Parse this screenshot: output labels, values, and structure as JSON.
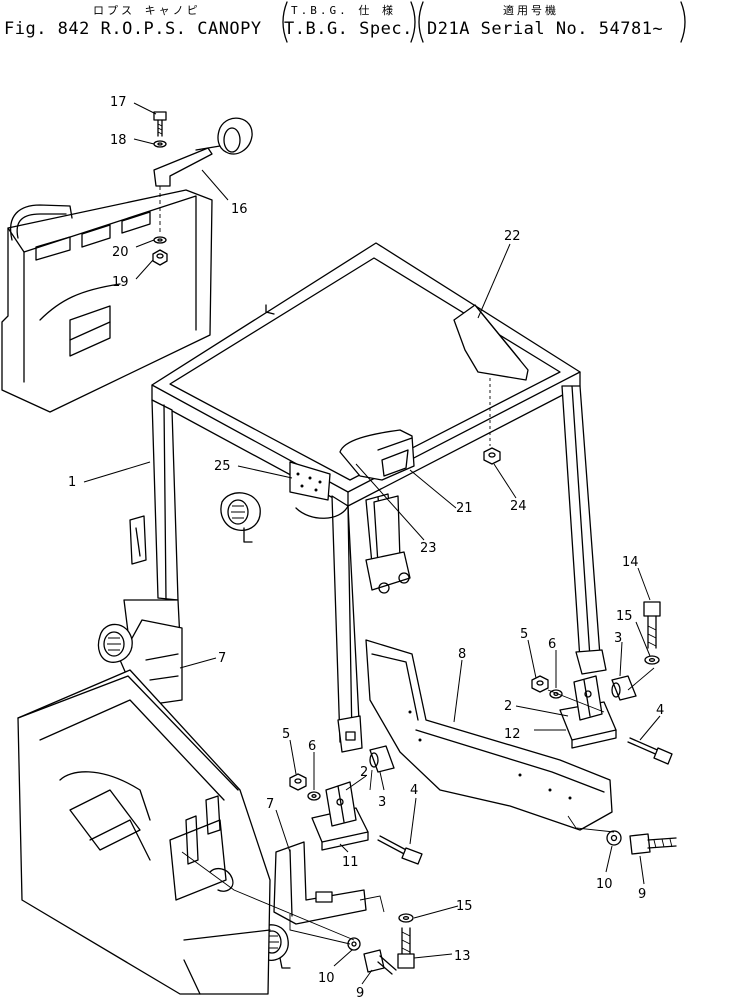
{
  "header": {
    "jp_title": "ロプス キャノピ",
    "jp_spec": "T.B.G. 仕 様",
    "jp_serial": "適用号機",
    "fig_title": "Fig. 842 R.O.P.S. CANOPY",
    "spec": "T.B.G. Spec.",
    "serial": "D21A Serial No. 54781~"
  },
  "callouts": [
    {
      "id": "c17",
      "text": "17"
    },
    {
      "id": "c18",
      "text": "18"
    },
    {
      "id": "c16",
      "text": "16"
    },
    {
      "id": "c20",
      "text": "20"
    },
    {
      "id": "c19",
      "text": "19"
    },
    {
      "id": "c22",
      "text": "22"
    },
    {
      "id": "c1",
      "text": "1"
    },
    {
      "id": "c25",
      "text": "25"
    },
    {
      "id": "c21",
      "text": "21"
    },
    {
      "id": "c24",
      "text": "24"
    },
    {
      "id": "c23",
      "text": "23"
    },
    {
      "id": "c7a",
      "text": "7"
    },
    {
      "id": "c14",
      "text": "14"
    },
    {
      "id": "c15a",
      "text": "15"
    },
    {
      "id": "c5a",
      "text": "5"
    },
    {
      "id": "c6a",
      "text": "6"
    },
    {
      "id": "c3a",
      "text": "3"
    },
    {
      "id": "c8",
      "text": "8"
    },
    {
      "id": "c2a",
      "text": "2"
    },
    {
      "id": "c4a",
      "text": "4"
    },
    {
      "id": "c12",
      "text": "12"
    },
    {
      "id": "c5b",
      "text": "5"
    },
    {
      "id": "c6b",
      "text": "6"
    },
    {
      "id": "c2b",
      "text": "2"
    },
    {
      "id": "c3b",
      "text": "3"
    },
    {
      "id": "c4b",
      "text": "4"
    },
    {
      "id": "c7b",
      "text": "7"
    },
    {
      "id": "c11",
      "text": "11"
    },
    {
      "id": "c15b",
      "text": "15"
    },
    {
      "id": "c13",
      "text": "13"
    },
    {
      "id": "c10a",
      "text": "10"
    },
    {
      "id": "c9a",
      "text": "9"
    },
    {
      "id": "c10b",
      "text": "10"
    },
    {
      "id": "c9b",
      "text": "9"
    }
  ]
}
